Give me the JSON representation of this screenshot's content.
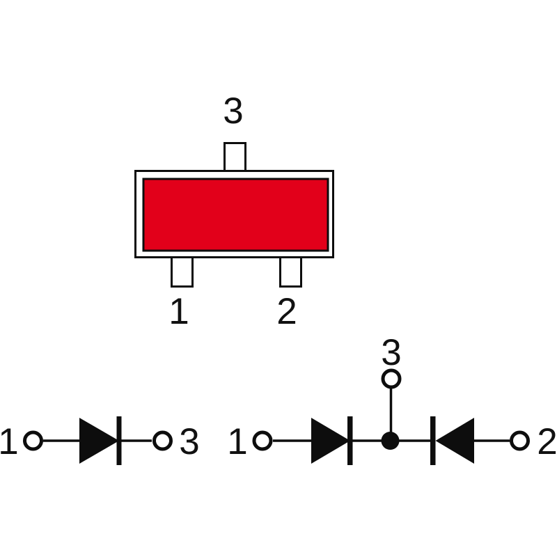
{
  "colors": {
    "package_fill": "#e2001a",
    "line": "#0d0d0d",
    "background": "#ffffff"
  },
  "package": {
    "pin_top": {
      "label": "3"
    },
    "pin_bottom_left": {
      "label": "1"
    },
    "pin_bottom_right": {
      "label": "2"
    }
  },
  "single_diode": {
    "anode_label": "1",
    "cathode_label": "3"
  },
  "dual_diode": {
    "left_anode_label": "1",
    "common_cathode_label": "3",
    "right_anode_label": "2"
  }
}
